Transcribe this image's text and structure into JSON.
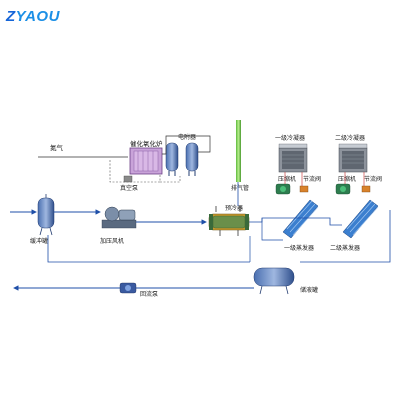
{
  "brand": {
    "logo_text": "ZYAOU",
    "colors": {
      "primary": "#1565d8",
      "pipe": "#1f4fa8",
      "accent_green": "#7ac943"
    }
  },
  "diagram": {
    "labels": {
      "nitrogen": "氮气",
      "catalytic_furnace": "催化氧化炉",
      "dryer": "电附器",
      "vacuum_pump": "真空泵",
      "exhaust_pipe": "排气管",
      "buffer_tank": "缓冲罐",
      "booster_fan": "加压风机",
      "precooler": "预冷器",
      "condenser_1": "一级冷凝器",
      "condenser_2": "二级冷凝器",
      "compressor_1": "压缩机",
      "compressor_2": "压缩机",
      "throttle_valve_1": "节流阀",
      "throttle_valve_2": "节流阀",
      "evaporator_1": "一级蒸发器",
      "evaporator_2": "二级蒸发器",
      "storage_tank": "储液罐",
      "return_pump": "回流泵"
    }
  }
}
